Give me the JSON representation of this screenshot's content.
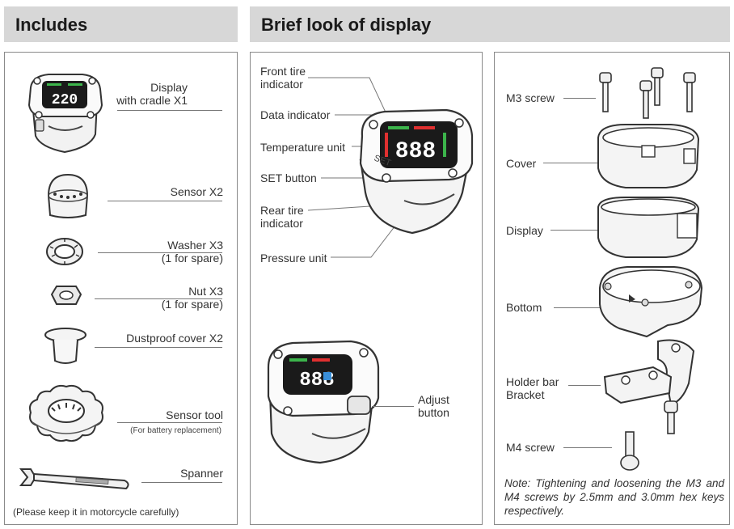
{
  "headers": {
    "includes": "Includes",
    "brief": "Brief look of display"
  },
  "includes": {
    "display": [
      "Display",
      "with cradle X1"
    ],
    "display_reading": "220",
    "sensor": "Sensor X2",
    "washer": [
      "Washer X3",
      "(1 for spare)"
    ],
    "nut": [
      "Nut X3",
      "(1 for spare)"
    ],
    "dustproof": "Dustproof cover X2",
    "sensor_tool": [
      "Sensor tool",
      "(For battery replacement)"
    ],
    "spanner": "Spanner",
    "keep_note": "(Please keep it in motorcycle carefully)"
  },
  "display_look": {
    "front_tire": [
      "Front tire",
      "indicator"
    ],
    "data_indicator": "Data indicator",
    "temperature_unit": "Temperature unit",
    "set_button": "SET button",
    "rear_tire": [
      "Rear tire",
      "indicator"
    ],
    "pressure_unit": "Pressure unit",
    "adjust_button": [
      "Adjust",
      "button"
    ],
    "device_reading": "888",
    "set_engraving": "SET"
  },
  "parts": {
    "m3_screw": "M3 screw",
    "cover": "Cover",
    "display": "Display",
    "bottom": "Bottom",
    "holder": [
      "Holder bar",
      "Bracket"
    ],
    "m4_screw": "M4 screw",
    "note": "Note: Tightening and loosening the M3 and M4 screws by 2.5mm and 3.0mm hex keys respectively."
  },
  "colors": {
    "header_bg": "#d7d7d7",
    "panel_border": "#8a8a8a",
    "lcd_bg": "#1a1a1a",
    "indicator_green": "#3cb44b",
    "indicator_red": "#e03030",
    "indicator_blue": "#3a8fd8"
  }
}
